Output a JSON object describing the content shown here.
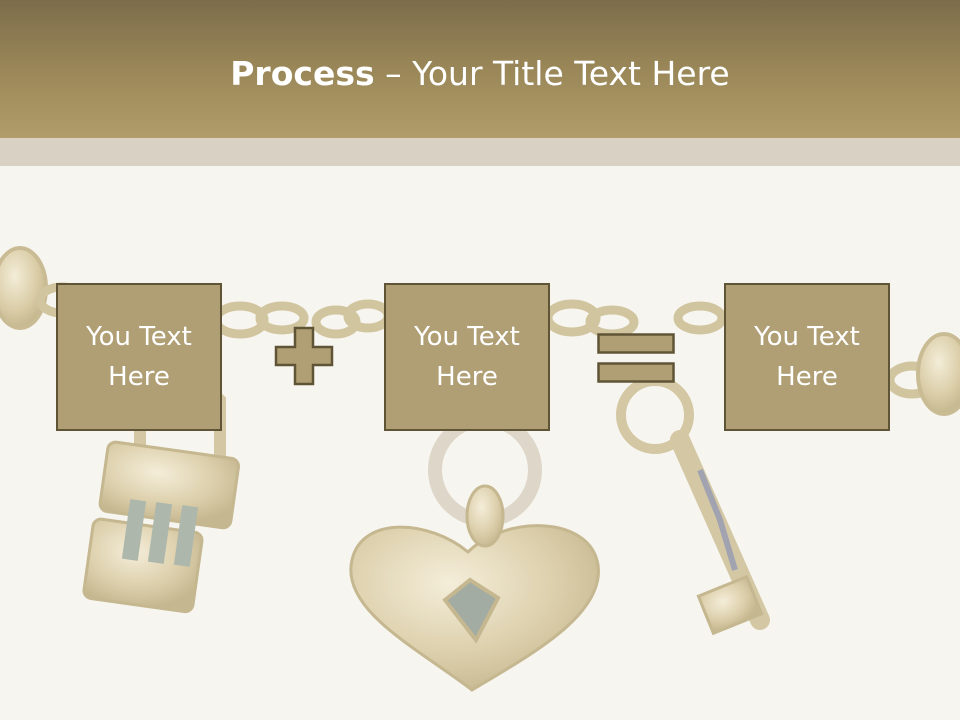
{
  "slide": {
    "title_bold": "Process",
    "title_rest": " – Your Title Text Here",
    "boxes": [
      {
        "text": "You Text\nHere"
      },
      {
        "text": "You Text\nHere"
      },
      {
        "text": "You Text\nHere"
      }
    ],
    "operators": [
      "plus",
      "equals"
    ]
  },
  "colors": {
    "header": "#9a8758",
    "band": "#d9d2c4",
    "box_fill": "#b09f74",
    "box_border": "#5f5536",
    "background": "#f7f5ef"
  }
}
